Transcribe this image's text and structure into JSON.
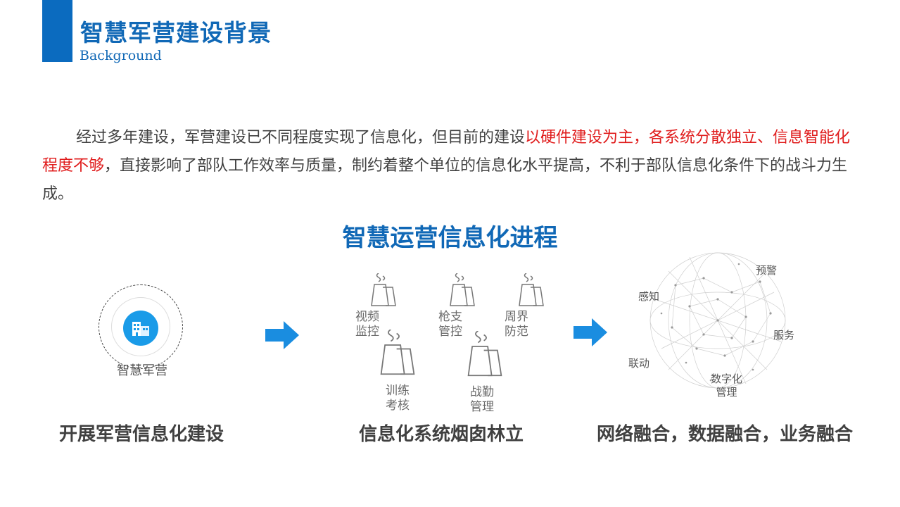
{
  "header": {
    "title": "智慧军营建设背景",
    "subtitle": "Background"
  },
  "intro": {
    "part1": "经过多年建设，军营建设已不同程度实现了信息化，但目前的建设",
    "highlight": "以硬件建设为主，各系统分散独立、信息智能化程度不够",
    "part2": "，直接影响了部队工作效率与质量，制约着整个单位的信息化水平提高，不利于部队信息化条件下的战斗力生成。"
  },
  "section_title": "智慧运营信息化进程",
  "stage1": {
    "label": "智慧军营",
    "caption": "开展军营信息化建设",
    "icon": "building-icon"
  },
  "stage2": {
    "caption": "信息化系统烟囱林立",
    "systems": [
      {
        "line1": "视频",
        "line2": "监控"
      },
      {
        "line1": "枪支",
        "line2": "管控"
      },
      {
        "line1": "周界",
        "line2": "防范"
      },
      {
        "line1": "训练",
        "line2": "考核"
      },
      {
        "line1": "战勤",
        "line2": "管理"
      }
    ]
  },
  "stage3": {
    "caption": "网络融合，数据融合，业务融合",
    "nodes": {
      "warn": "预警",
      "sense": "感知",
      "service": "服务",
      "link": "联动",
      "digital_line1": "数字化",
      "digital_line2": "管理"
    }
  },
  "colors": {
    "brand": "#1068b6",
    "highlight": "#e01c1c",
    "arrow": "#1a8de0"
  }
}
